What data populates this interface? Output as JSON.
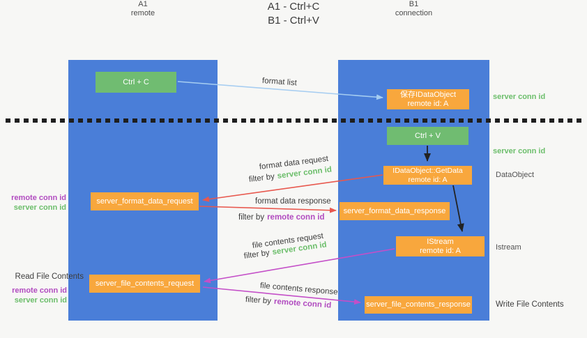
{
  "title": {
    "line1": "A1 - Ctrl+C",
    "line2": "B1 - Ctrl+V"
  },
  "columns": {
    "a1": {
      "name": "A1",
      "subtitle": "remote"
    },
    "b1": {
      "name": "B1",
      "subtitle": "connection"
    }
  },
  "nodes": {
    "ctrl_c": {
      "label": "Ctrl + C"
    },
    "ctrl_v": {
      "label": "Ctrl + V"
    },
    "save_idataobject": {
      "line1": "保存IDataObject",
      "line2": "remote id: A"
    },
    "getdata": {
      "line1": "IDataObject::GetData",
      "line2": "remote id: A"
    },
    "istream": {
      "line1": "IStream",
      "line2": "remote id: A"
    },
    "format_request": {
      "label": "server_format_data_request"
    },
    "format_response": {
      "label": "server_format_data_response"
    },
    "file_request": {
      "label": "server_file_contents_request"
    },
    "file_response": {
      "label": "server_file_contents_response"
    }
  },
  "flows": {
    "format_list": {
      "label": "format list"
    },
    "format_data_request": {
      "label": "format data request",
      "filter_prefix": "filter by",
      "filter_id": "server conn id"
    },
    "format_data_response": {
      "label": "format data response",
      "filter_prefix": "filter by",
      "filter_id": "remote conn id"
    },
    "file_contents_request": {
      "label": "file contents request",
      "filter_prefix": "filter by",
      "filter_id": "server conn id"
    },
    "file_contents_response": {
      "label": "file contents response",
      "filter_prefix": "filter by",
      "filter_id": "remote conn id"
    }
  },
  "annotations": {
    "save_server_conn_id": "server conn id",
    "ctrlv_server_conn_id": "server conn id",
    "dataobject": "DataObject",
    "istream": "Istream",
    "write_file_contents": "Write File Contents",
    "read_file_contents": "Read File Contents",
    "format_remote_conn_id": "remote conn id",
    "format_server_conn_id": "server conn id",
    "file_remote_conn_id": "remote conn id",
    "file_server_conn_id": "server conn id"
  },
  "colors": {
    "background": "#f7f7f5",
    "column_blue": "#4a7ed8",
    "node_green": "#70bc71",
    "node_orange": "#f8a73d",
    "arrow_blue": "#a6cdf1",
    "arrow_red": "#e8584e",
    "arrow_purple": "#c44fc8",
    "arrow_black": "#222222",
    "text_green": "#6cbe6b",
    "text_purple": "#b14cc0"
  }
}
